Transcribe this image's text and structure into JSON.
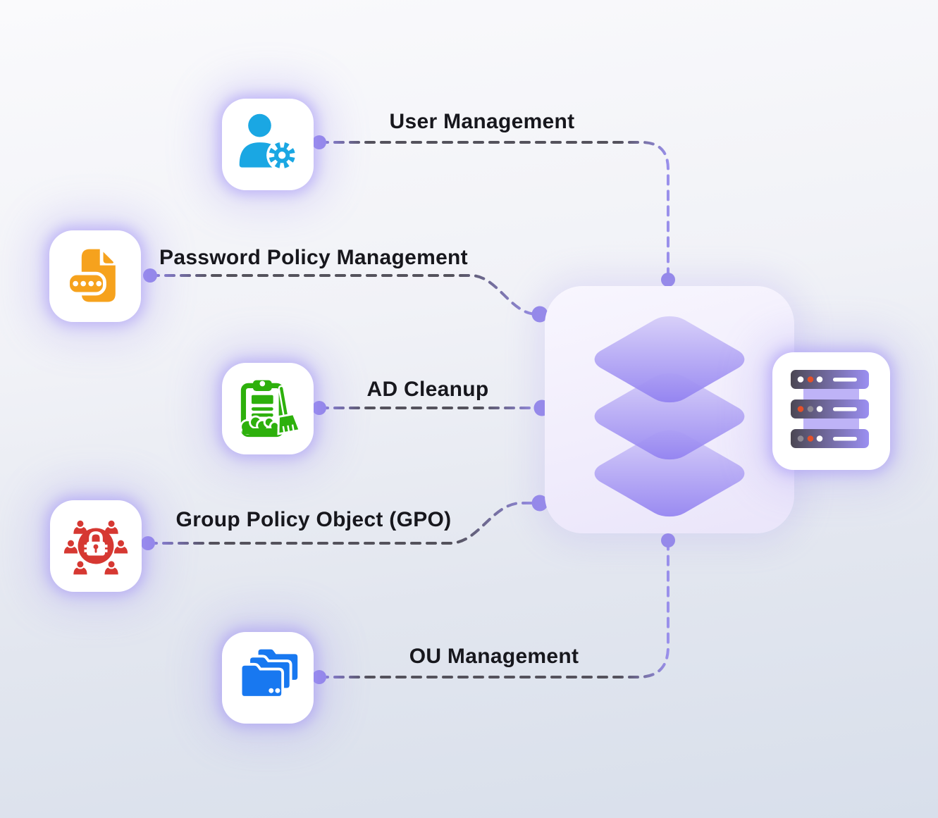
{
  "diagram_title": "Active Directory management features diagram",
  "features": [
    {
      "id": "user-management",
      "label": "User Management",
      "icon": "user-gear-icon",
      "accent_color": "#1AA7E3"
    },
    {
      "id": "password-policy",
      "label": "Password Policy Management",
      "icon": "password-document-icon",
      "accent_color": "#F6A21D"
    },
    {
      "id": "ad-cleanup",
      "label": "AD Cleanup",
      "icon": "clipboard-broom-icon",
      "accent_color": "#2DB00C"
    },
    {
      "id": "gpo",
      "label": "Group Policy Object (GPO)",
      "icon": "group-policy-lock-icon",
      "accent_color": "#D63832"
    },
    {
      "id": "ou-management",
      "label": "OU Management",
      "icon": "folders-icon",
      "accent_color": "#1878F0"
    }
  ],
  "hub": {
    "icon": "layers-icon"
  },
  "server": {
    "icon": "server-rack-icon"
  },
  "colors": {
    "connector_purple": "#8F84E4",
    "connector_gray": "#54525C",
    "endpoint_dot": "#9488E9",
    "diamond_light": "#D9D1F9",
    "diamond_dark": "#8D7CF0",
    "hub_background": "#F3F0FC",
    "server_bar_dark": "#4B4753",
    "server_bar_purple": "#9B8FF2",
    "server_band": "#BEB3F7",
    "server_dot_orange": "#E2512B",
    "server_dot_gray": "#8E8994",
    "card_glow": "#9D8DF6",
    "background_top": "#FAFAFC",
    "background_bottom": "#D8DFEB",
    "label_text": "#17171D"
  }
}
